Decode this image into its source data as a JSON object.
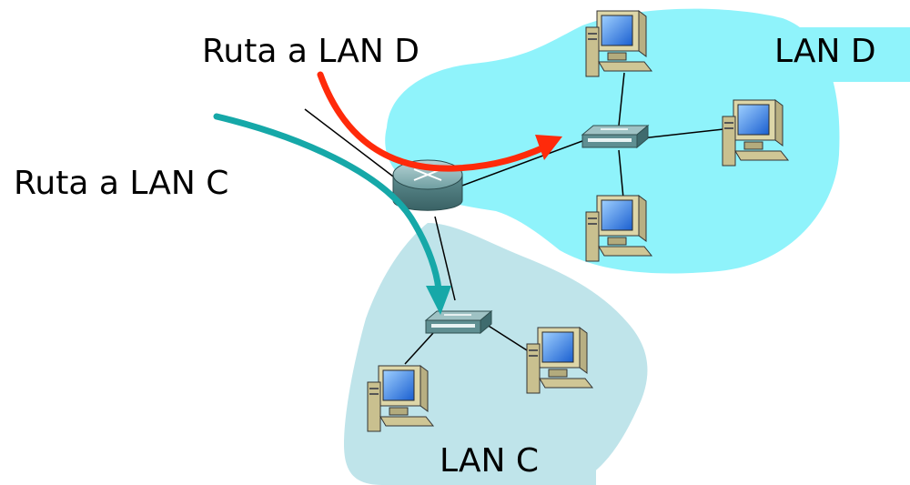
{
  "labels": {
    "route_d": "Ruta a LAN D",
    "route_c": "Ruta a LAN C",
    "lan_d": "LAN D",
    "lan_c": "LAN C"
  },
  "colors": {
    "lan_d_fill": "#8ff3fb",
    "lan_c_fill": "#bfe4ea",
    "route_d_arrow": "#ff2a0a",
    "route_c_arrow": "#16a8a8",
    "device": "#5c8e90"
  },
  "icons": [
    "router-icon",
    "switch-icon",
    "computer-icon"
  ]
}
